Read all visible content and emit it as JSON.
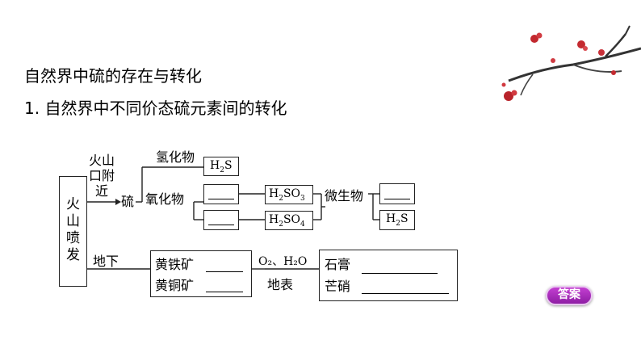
{
  "title": "自然界中硫的存在与转化",
  "subtitle": "1. 自然界中不同价态硫元素间的转化",
  "diagram": {
    "source": "火山喷发",
    "path_near_volcano": "火山口附近",
    "sulfur": "硫",
    "hydride_label": "氢化物",
    "hydride_formula": {
      "base": "H",
      "sub": "2",
      "tail": "S"
    },
    "oxide_label": "氧化物",
    "acid1": {
      "base": "H",
      "sub1": "2",
      "mid": "SO",
      "sub2": "3"
    },
    "acid2": {
      "base": "H",
      "sub1": "2",
      "mid": "SO",
      "sub2": "4"
    },
    "microbe_label": "微生物",
    "microbe_product": {
      "base": "H",
      "sub": "2",
      "tail": "S"
    },
    "path_underground": "地下",
    "mineral1": "黄铁矿",
    "mineral2": "黄铜矿",
    "reagents": "O₂、H₂O",
    "surface": "地表",
    "product1": "石膏",
    "product2": "芒硝"
  },
  "answer_button": "答案",
  "colors": {
    "line": "#222222",
    "button": "#a52dba"
  }
}
